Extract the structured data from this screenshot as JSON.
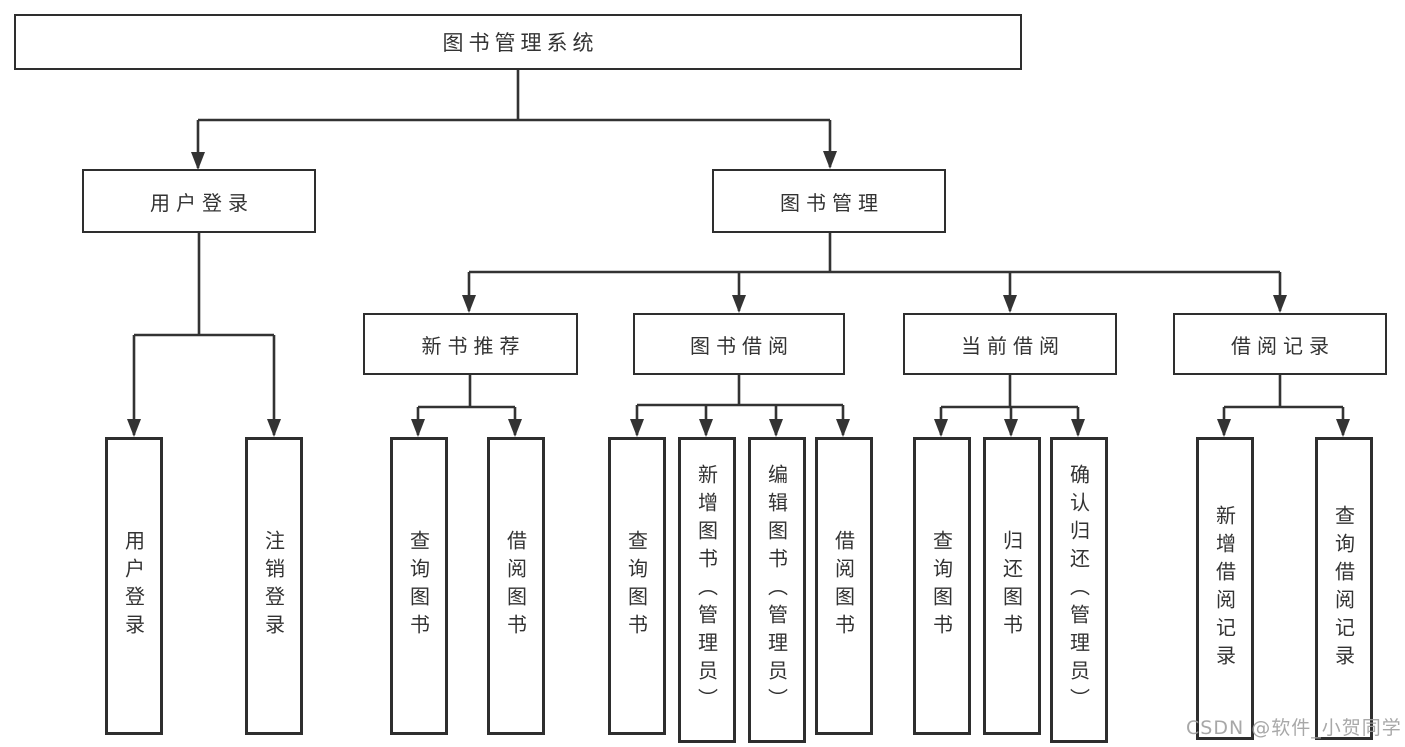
{
  "diagram": {
    "title": "图书管理系统",
    "level2": [
      {
        "label": "用户登录"
      },
      {
        "label": "图书管理"
      }
    ],
    "level3": [
      {
        "label": "新书推荐"
      },
      {
        "label": "图书借阅"
      },
      {
        "label": "当前借阅"
      },
      {
        "label": "借阅记录"
      }
    ],
    "leaves": [
      {
        "parent": "用户登录",
        "label": "用户登录"
      },
      {
        "parent": "用户登录",
        "label": "注销登录"
      },
      {
        "parent": "新书推荐",
        "label": "查询图书"
      },
      {
        "parent": "新书推荐",
        "label": "借阅图书"
      },
      {
        "parent": "图书借阅",
        "label": "查询图书"
      },
      {
        "parent": "图书借阅",
        "label": "新增图书（管理员）"
      },
      {
        "parent": "图书借阅",
        "label": "编辑图书（管理员）"
      },
      {
        "parent": "图书借阅",
        "label": "借阅图书"
      },
      {
        "parent": "当前借阅",
        "label": "查询图书"
      },
      {
        "parent": "当前借阅",
        "label": "归还图书"
      },
      {
        "parent": "当前借阅",
        "label": "确认归还（管理员）"
      },
      {
        "parent": "借阅记录",
        "label": "新增借阅记录"
      },
      {
        "parent": "借阅记录",
        "label": "查询借阅记录"
      }
    ]
  },
  "watermark": "CSDN @软件_小贺同学",
  "colors": {
    "line": "#333333",
    "border": "#2e2e2e",
    "text": "#333333",
    "background": "#ffffff",
    "watermark": "#9e9e9e"
  }
}
